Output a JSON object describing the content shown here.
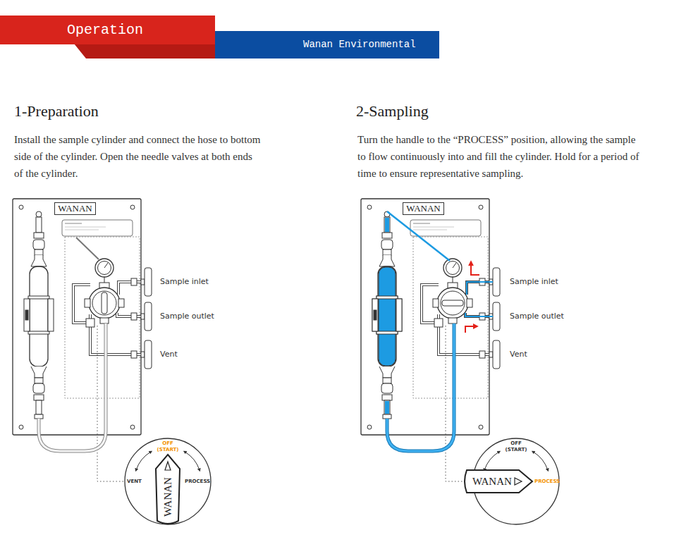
{
  "diagram": {
    "nodes": [
      {
        "text": [
          "Operation"
        ]
      },
      {
        "text": [
          "Wanan Environmental"
        ]
      },
      {
        "text": [
          "WANAN"
        ]
      },
      {
        "text": [
          "OFF (START)",
          "VENT",
          "PROCESS"
        ]
      },
      {
        "text": [
          "WANAN"
        ],
        "in": 3
      },
      {
        "text": [
          "WANAN"
        ]
      },
      {
        "text": [
          "OFF (START)",
          "PROCESS"
        ]
      },
      {
        "text": [
          "WANAN"
        ],
        "in": 6
      }
    ],
    "labels": [
      "1-Preparation",
      "Install the sample cylinder and connect the hose to bottom side of the cylinder. Open the needle valves at both ends of the cylinder.",
      "Sample inlet",
      "Sample outlet",
      "Vent",
      "2-Sampling",
      "Turn the handle to the “PROCESS” position, allowing the sample to flow continuously into and fill the cylinder. Hold for a period of time to ensure representative sampling.",
      "Sample inlet",
      "Sample outlet",
      "Vent"
    ]
  }
}
